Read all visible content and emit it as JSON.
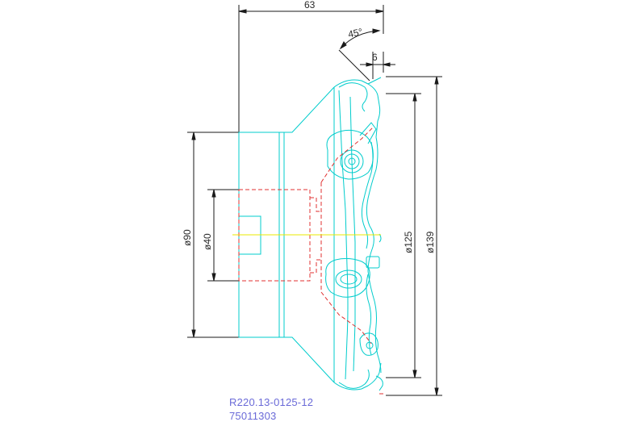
{
  "drawing": {
    "dimensions": {
      "width_63": "63",
      "angle_45": "45°",
      "width_6": "6",
      "dia_90": "ø90",
      "dia_40": "ø40",
      "dia_125": "ø125",
      "dia_139": "ø139"
    },
    "caption": {
      "part_number": "R220.13-0125-12",
      "item_code": "75011303"
    },
    "colors": {
      "outline": "#00cccc",
      "dimension": "#1a1a1a",
      "hidden": "#e03030",
      "centerline": "#e8e800",
      "caption": "#6a6ad8"
    }
  }
}
